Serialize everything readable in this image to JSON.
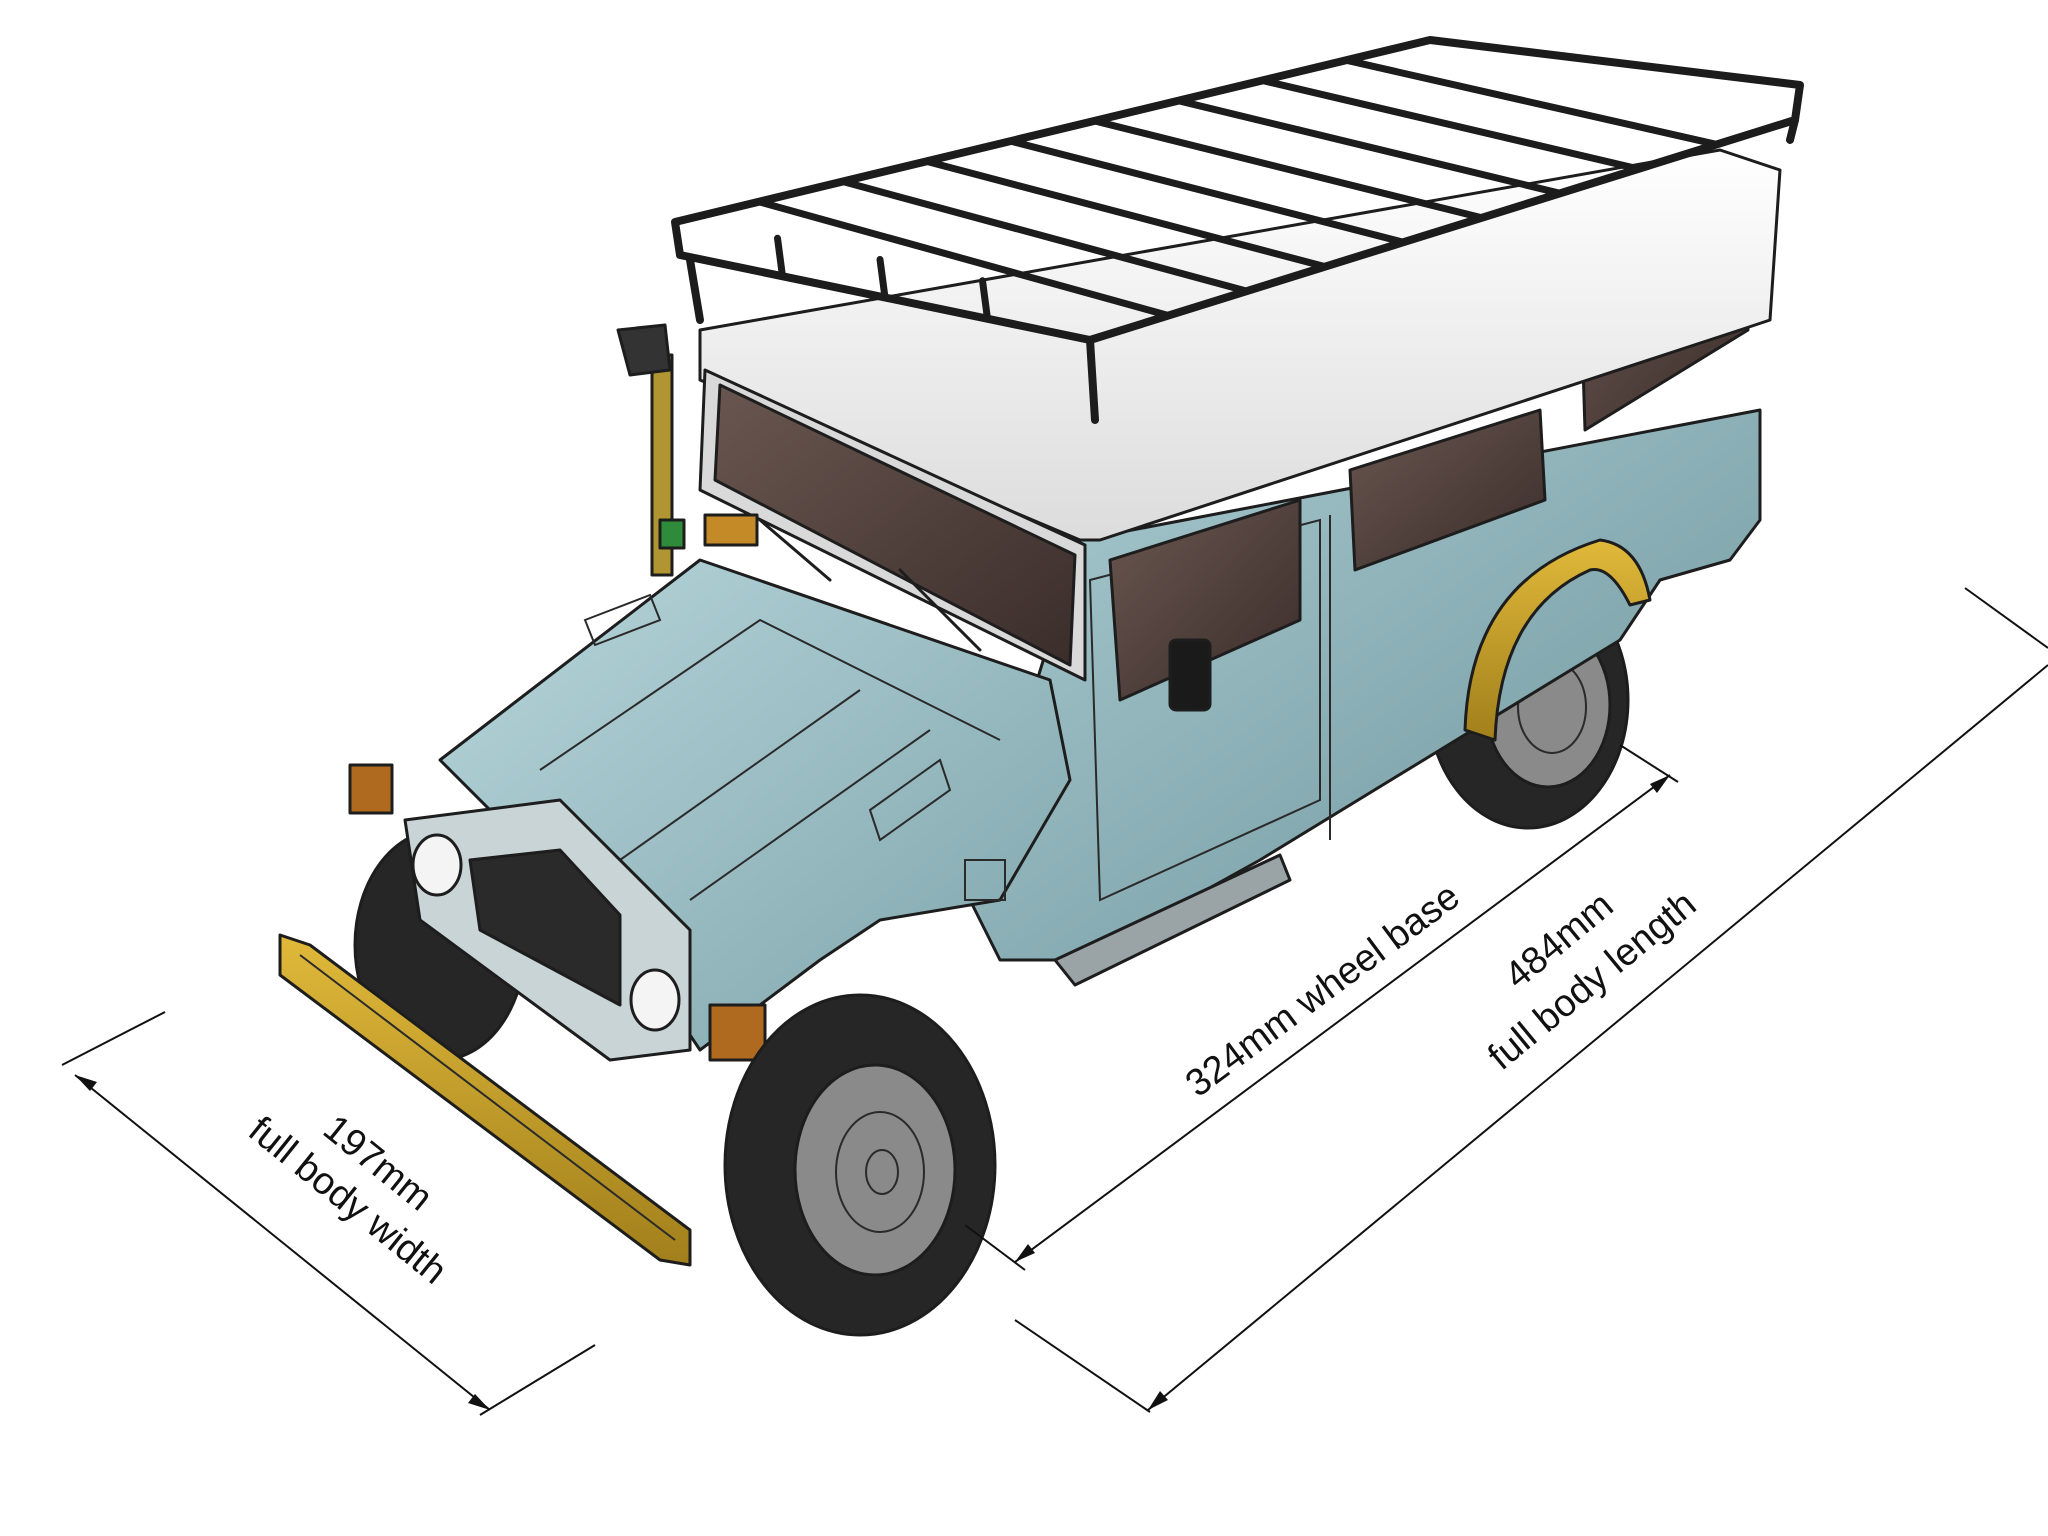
{
  "dimensions": {
    "width": {
      "value": "197mm",
      "label": "full body width"
    },
    "wheelbase": {
      "value": "324mm wheel base"
    },
    "length": {
      "value": "484mm",
      "label": "full body length"
    }
  },
  "colors": {
    "body": "#7fa6ad",
    "body_light": "#a9cbd1",
    "roof": "#f2f2f2",
    "rack": "#222222",
    "accent_yellow": "#c8a12a",
    "tire": "#2b2b2b",
    "glass": "#4a3a36"
  }
}
